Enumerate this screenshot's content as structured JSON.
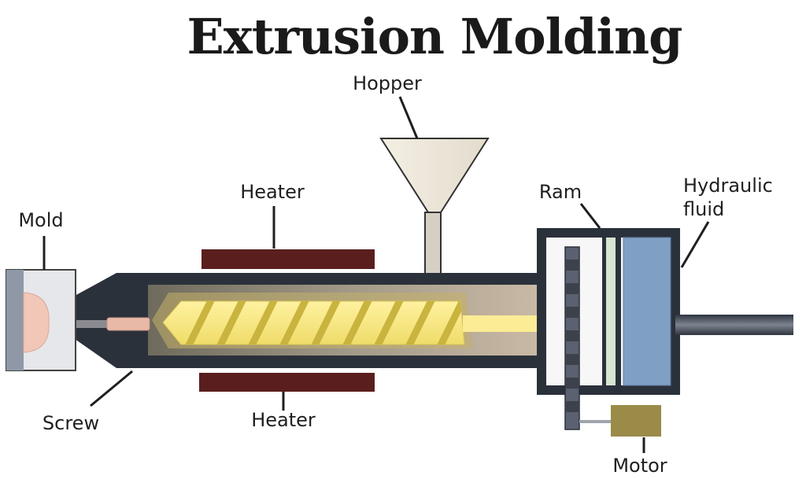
{
  "title": "Extrusion Molding",
  "labels": {
    "hopper": "Hopper",
    "heater_top": "Heater",
    "heater_bottom": "Heater",
    "mold": "Mold",
    "screw": "Screw",
    "ram": "Ram",
    "hydraulic_fluid_line1": "Hydraulic",
    "hydraulic_fluid_line2": "fluid",
    "motor": "Motor"
  },
  "colors": {
    "barrel": "#2b313b",
    "heater": "#5a1e1e",
    "screw": "#f2e27a",
    "screw_thread": "#c8b43e",
    "hopper": "#efe9dc",
    "hydraulic_fluid": "#7f9fc4",
    "motor": "#9a8b49",
    "mold": "#e6e7ea"
  }
}
